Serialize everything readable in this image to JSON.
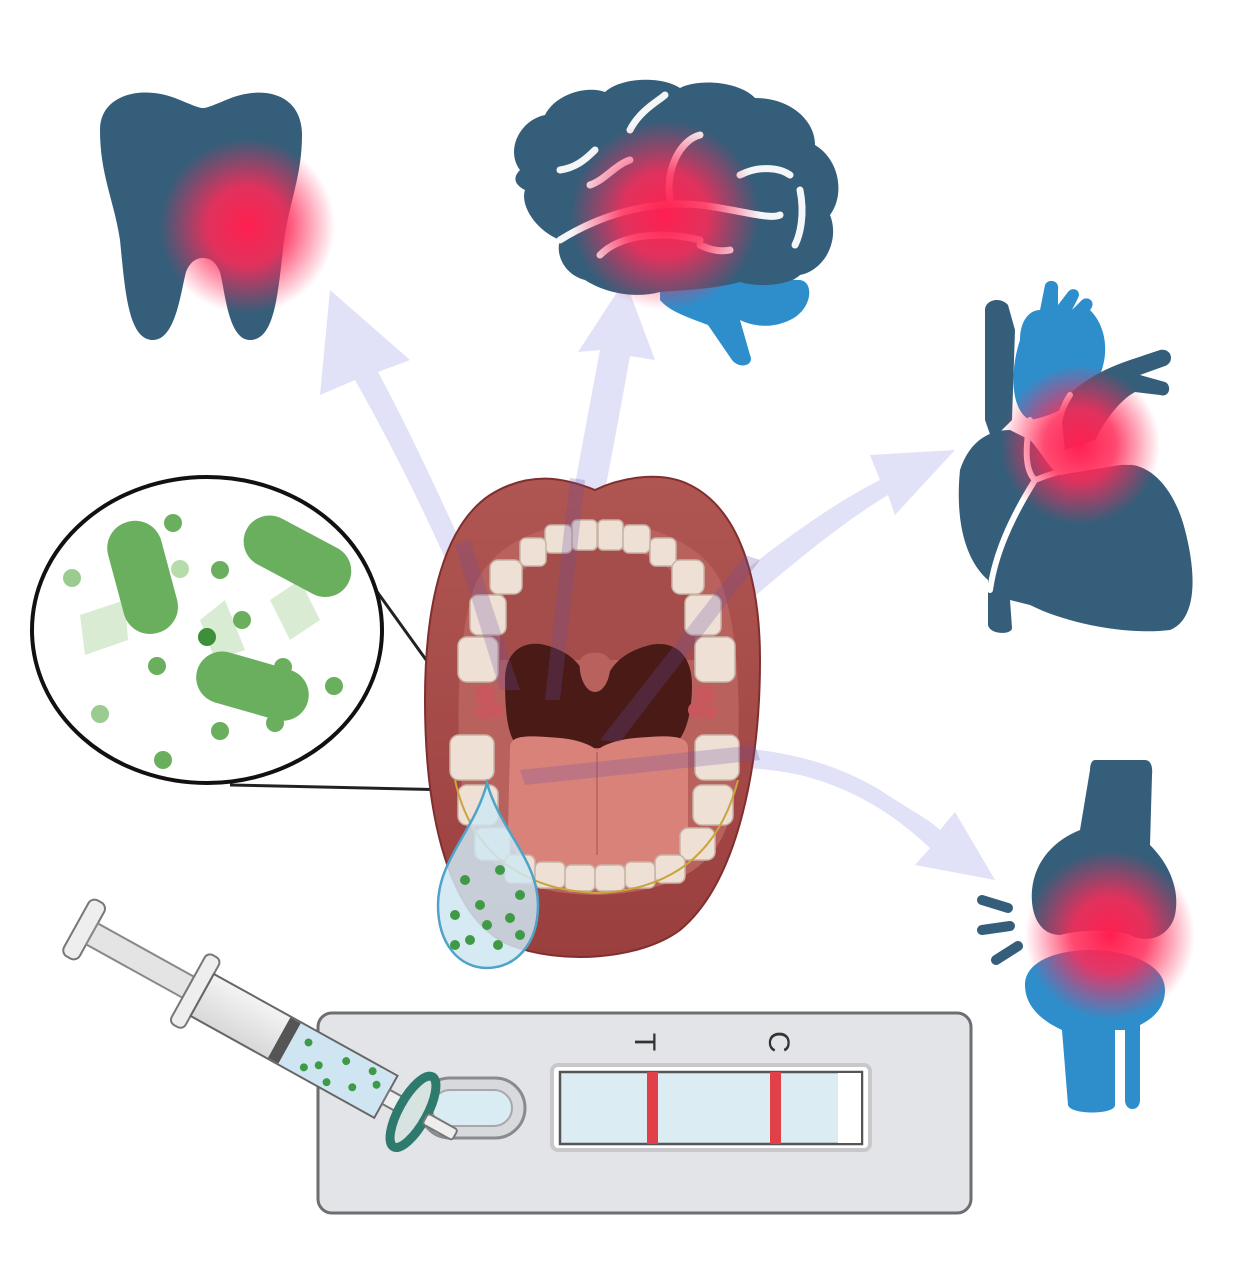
{
  "figure": {
    "title": "",
    "description": "Oral bacteria / saliva diagnostics linked to systemic diseases"
  },
  "colors": {
    "organ_dark": "#345e7a",
    "organ_light": "#2e8ecb",
    "inflammation": "#ff1f4f",
    "arrow": "#dcdcf6",
    "bacteria": "#6aaf5e",
    "lip": "#a64a48",
    "tongue": "#d9827a",
    "throat": "#4a1a16",
    "tooth": "#efe0d6",
    "droplet": "#cfe6f2",
    "cassette": "#e3e4e7",
    "test_line": "#e24048",
    "filter_ring": "#2e7a6c"
  },
  "organs": [
    {
      "name": "tooth",
      "label": "Tooth",
      "inflamed": true
    },
    {
      "name": "brain",
      "label": "Brain",
      "inflamed": true
    },
    {
      "name": "heart",
      "label": "Heart",
      "inflamed": true
    },
    {
      "name": "knee-joint",
      "label": "Knee joint",
      "inflamed": true
    }
  ],
  "magnifier": {
    "content": "Bacteria and released particles"
  },
  "center": {
    "content": "Open mouth with saliva droplet"
  },
  "test_strip": {
    "label_t": "T",
    "label_c": "C",
    "result_lines": 2
  },
  "syringe": {
    "content": "Syringe with saliva sample and filter"
  }
}
